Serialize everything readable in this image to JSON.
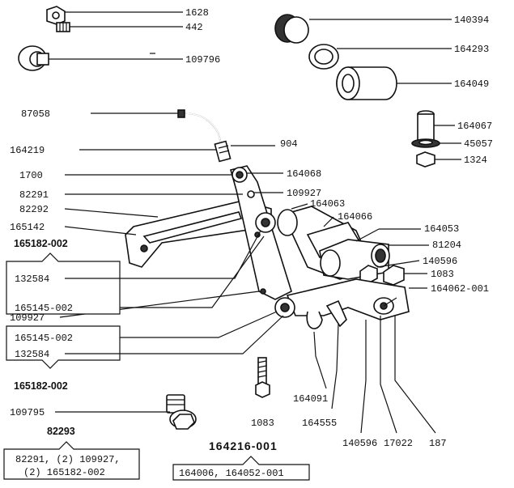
{
  "parts": {
    "p1628": "1628",
    "p442": "442",
    "p109796": "109796",
    "p140394": "140394",
    "p164293": "164293",
    "p164049": "164049",
    "p87058": "87058",
    "p164067": "164067",
    "p904": "904",
    "p45057": "45057",
    "p164219": "164219",
    "p1324": "1324",
    "p1700": "1700",
    "p164068": "164068",
    "p82291": "82291",
    "p109927_top": "109927",
    "p164063": "164063",
    "p82292": "82292",
    "p164066": "164066",
    "p165142": "165142",
    "p164053": "164053",
    "p81204": "81204",
    "p140596_r": "140596",
    "p1083_r": "1083",
    "p164062": "164062-001",
    "p109927_l": "109927",
    "p164091": "164091",
    "p1083_b": "1083",
    "p164555": "164555",
    "p109795": "109795",
    "p140596_b": "140596",
    "p17022": "17022",
    "p187": "187"
  },
  "box_top": {
    "title": "165182-002",
    "item1": "132584",
    "item2": "165145-002"
  },
  "box_mid": {
    "item1": "165145-002",
    "item2": "132584",
    "title": "165182-002"
  },
  "kit_82293": {
    "title": "82293",
    "line1": "82291, (2) 109927,",
    "line2": "(2) 165182-002"
  },
  "kit_164216": {
    "title": "164216-001",
    "line1": "164006, 164052-001"
  }
}
